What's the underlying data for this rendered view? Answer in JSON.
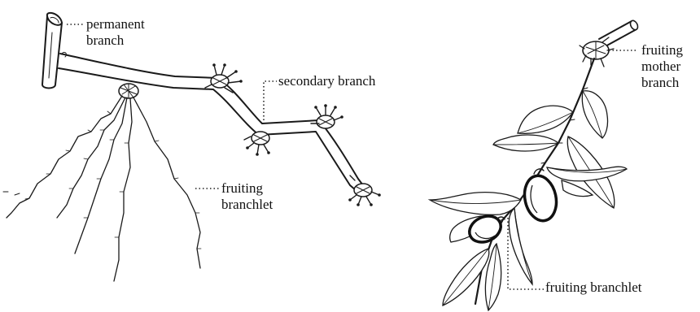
{
  "labels": {
    "permanent_branch": [
      "permanent",
      "branch"
    ],
    "secondary_branch": "secondary branch",
    "fruiting_branchlet_left": [
      "fruiting",
      "branchlet"
    ],
    "fruiting_mother_branch": [
      "fruiting",
      "mother",
      "branch"
    ],
    "fruiting_branchlet_right": "fruiting branchlet"
  },
  "colors": {
    "ink": "#1a1a1a",
    "background": "#ffffff"
  }
}
